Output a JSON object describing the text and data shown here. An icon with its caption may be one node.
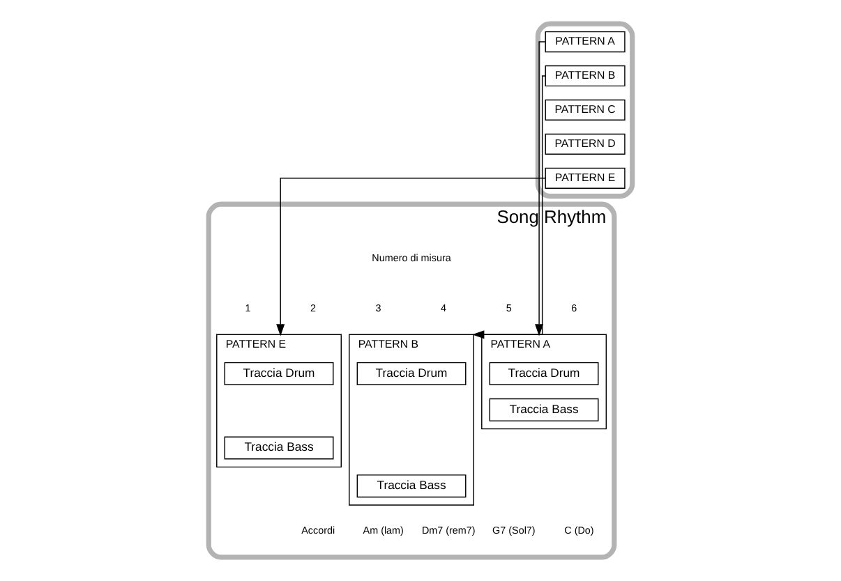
{
  "diagram": {
    "nodes": [
      {
        "text": [],
        "shape": "box"
      },
      {
        "text": [
          "PATTERN A"
        ],
        "in": 0
      },
      {
        "text": [
          "PATTERN B"
        ],
        "in": 0
      },
      {
        "text": [
          "PATTERN C"
        ],
        "in": 0
      },
      {
        "text": [
          "PATTERN D"
        ],
        "in": 0
      },
      {
        "text": [
          "PATTERN E"
        ],
        "in": 0
      },
      {
        "text": [
          "Song Rhythm"
        ]
      },
      {
        "text": [
          "PATTERN A"
        ],
        "in": 6
      },
      {
        "text": [
          "Traccia Drum"
        ],
        "in": 7
      },
      {
        "text": [
          "Traccia Bass"
        ],
        "in": 7
      },
      {
        "text": [
          "PATTERN E"
        ],
        "in": 6
      },
      {
        "text": [
          "Traccia Drum"
        ],
        "in": 10
      },
      {
        "text": [
          "Traccia Bass"
        ],
        "in": 10
      },
      {
        "text": [
          "PATTERN B"
        ],
        "in": 6
      },
      {
        "text": [
          "Traccia Drum"
        ],
        "in": 13
      },
      {
        "text": [
          "Traccia Bass"
        ],
        "in": 13
      }
    ],
    "edges": [
      {
        "from": 1,
        "to": 7,
        "arrow": "to"
      },
      {
        "from": 5,
        "to": 10,
        "arrow": "to"
      },
      {
        "from": 2,
        "to": 13,
        "arrow": "to"
      }
    ],
    "labels": [
      "Numero di misura",
      "1",
      "2",
      "3",
      "4",
      "5",
      "6",
      "Accordi",
      "Am (lam)",
      "Dm7 (rem7)",
      "G7 (Sol7)",
      "C (Do)"
    ]
  }
}
